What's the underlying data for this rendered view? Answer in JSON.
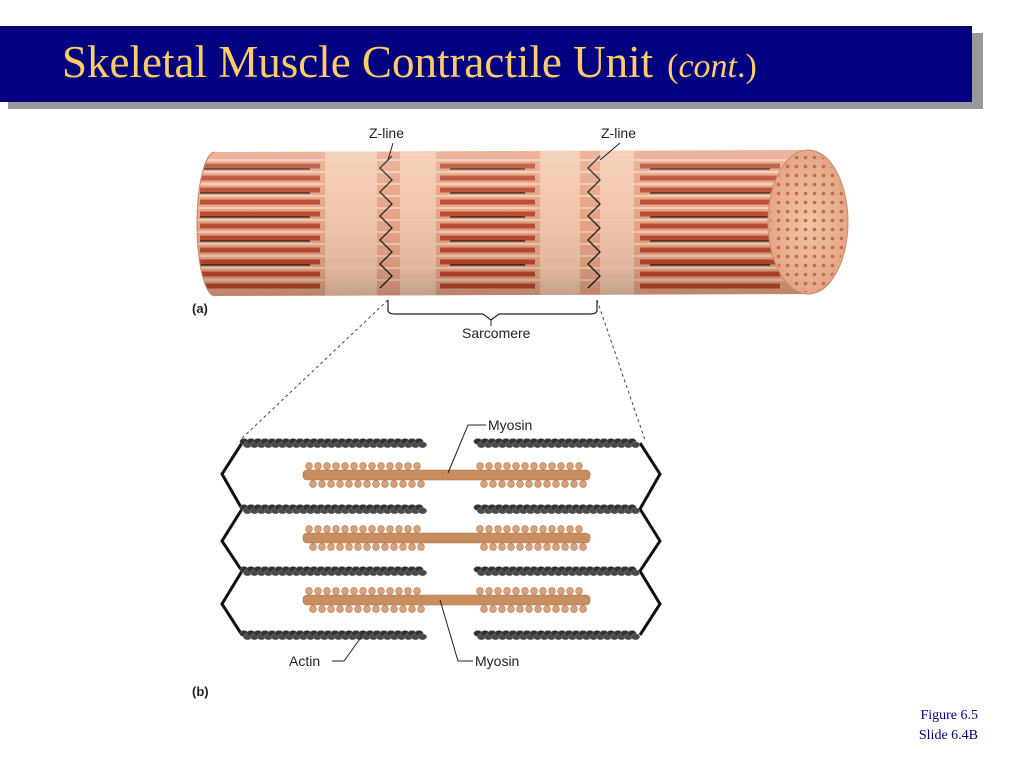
{
  "slide": {
    "title": "Skeletal Muscle Contractile Unit",
    "subtitle_open": "(",
    "subtitle_italic": "cont",
    "subtitle_close": ".)"
  },
  "figure_a": {
    "panel_label": "(a)",
    "zline_left": "Z-line",
    "zline_right": "Z-line",
    "sarcomere": "Sarcomere"
  },
  "figure_b": {
    "panel_label": "(b)",
    "myosin_top": "Myosin",
    "myosin_bottom": "Myosin",
    "actin": "Actin"
  },
  "footer": {
    "figure": "Figure 6.5",
    "slide": "Slide 6.4B"
  },
  "colors": {
    "title_bar": "#000080",
    "title_text": "#ffcc66",
    "muscle_light": "#e8a685",
    "muscle_dark": "#c2563a",
    "myosin": "#c88e5f",
    "actin": "#333333"
  }
}
